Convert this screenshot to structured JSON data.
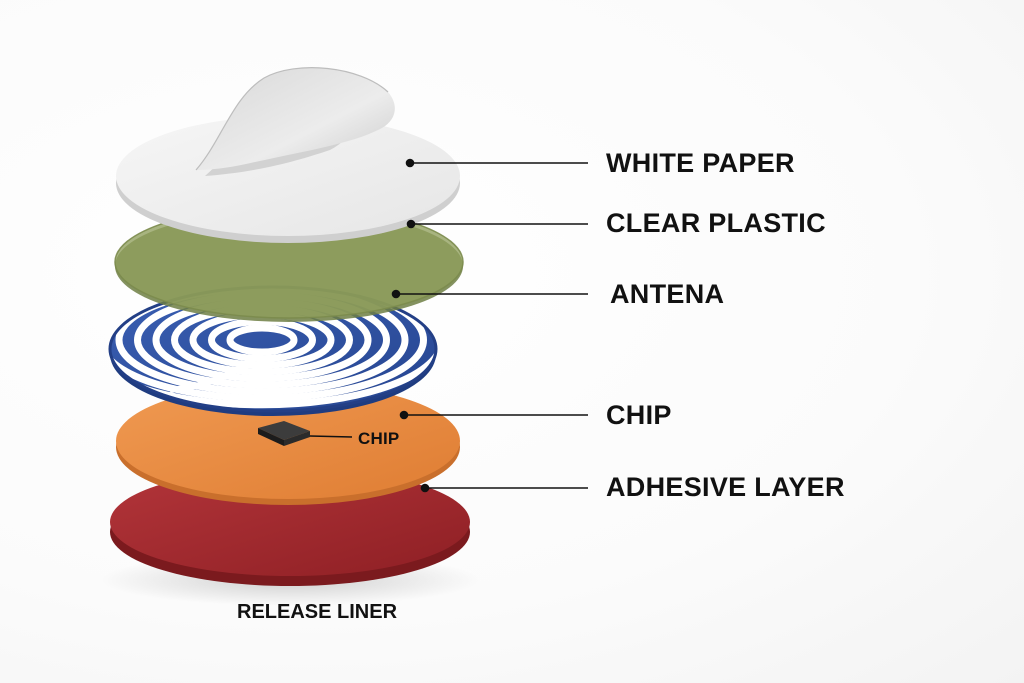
{
  "labels": {
    "white_paper": "WHITE PAPER",
    "clear_plastic": "CLEAR PLASTIC",
    "antenna": "ANTENA",
    "chip": "CHIP",
    "adhesive_layer": "ADHESIVE LAYER",
    "chip_inline": "CHIP",
    "release_liner": "RELEASE LINER"
  },
  "colors": {
    "white_paper": "#eeeeee",
    "clear_plastic": "#8f9f5c",
    "antenna_substrate": "#2f52a3",
    "antenna_trace": "#ffffff",
    "chip_layer": "#e8893f",
    "chip": "#2a2a2a",
    "release_liner": "#a3262b",
    "leader_line": "#111111"
  },
  "layers": [
    "White Paper",
    "Clear Plastic",
    "Antena",
    "Chip",
    "Adhesive Layer",
    "Release Liner"
  ]
}
